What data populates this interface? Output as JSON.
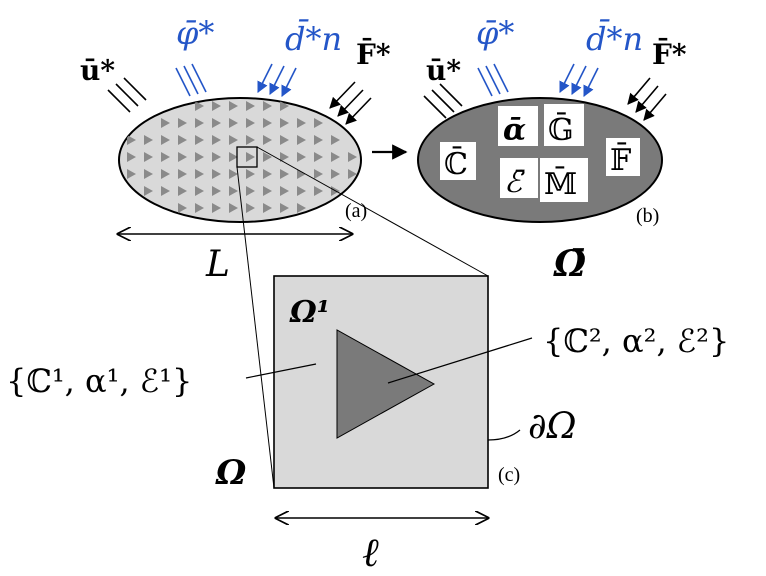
{
  "colors": {
    "stroke": "#000000",
    "blue_load": "#2456c8",
    "light_fill": "#d9d9d9",
    "dark_fill": "#7a7a7a",
    "triangle_light": "#8a8a8a",
    "white": "#ffffff"
  },
  "panel_a": {
    "label": "(a)",
    "length_label": "L",
    "load_u": "ū*",
    "load_phi": "φ̄*",
    "load_d": "d̄*n",
    "load_F": "F̄*"
  },
  "panel_b": {
    "label": "(b)",
    "domain_label": "Ω̄",
    "load_u": "ū*",
    "load_phi": "φ̄*",
    "load_d": "d̄*n",
    "load_F": "F̄*",
    "tensors": {
      "C": "ℂ̄",
      "alpha": "ᾱ",
      "G": "𝔾̄",
      "E": "ℰ̄",
      "M": "𝕄̄",
      "F": "𝔽̄"
    }
  },
  "panel_c": {
    "label": "(c)",
    "length_label": "ℓ",
    "domain_label": "Ω",
    "boundary_label": "∂Ω",
    "matrix_label": "Ω¹",
    "matrix_props": "{ℂ¹, α¹, ℰ¹}",
    "inclusion_props": "{ℂ², α², ℰ²}"
  }
}
